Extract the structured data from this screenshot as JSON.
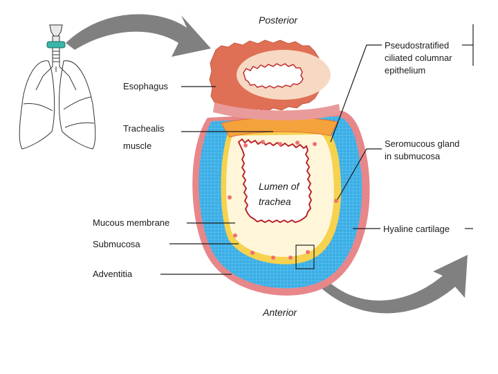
{
  "labels": {
    "posterior": "Posterior",
    "anterior": "Anterior",
    "esophagus": "Esophagus",
    "trachealis_1": "Trachealis",
    "trachealis_2": "muscle",
    "pseudo_1": "Pseudostratified",
    "pseudo_2": "ciliated columnar",
    "pseudo_3": "epithelium",
    "seromucous_1": "Seromucous gland",
    "seromucous_2": "in submucosa",
    "lumen_1": "Lumen of",
    "lumen_2": "trachea",
    "mucous": "Mucous membrane",
    "submucosa": "Submucosa",
    "adventitia": "Adventitia",
    "hyaline": "Hyaline cartilage"
  },
  "colors": {
    "adventitia": "#e7878a",
    "cartilage": "#3aaee6",
    "submucosa": "#f6d24e",
    "mucosa": "#fff6da",
    "epithelium": "#c0282a",
    "esophagus_outer": "#e07055",
    "esophagus_inner": "#f7d9c3",
    "arrow": "#808080"
  }
}
